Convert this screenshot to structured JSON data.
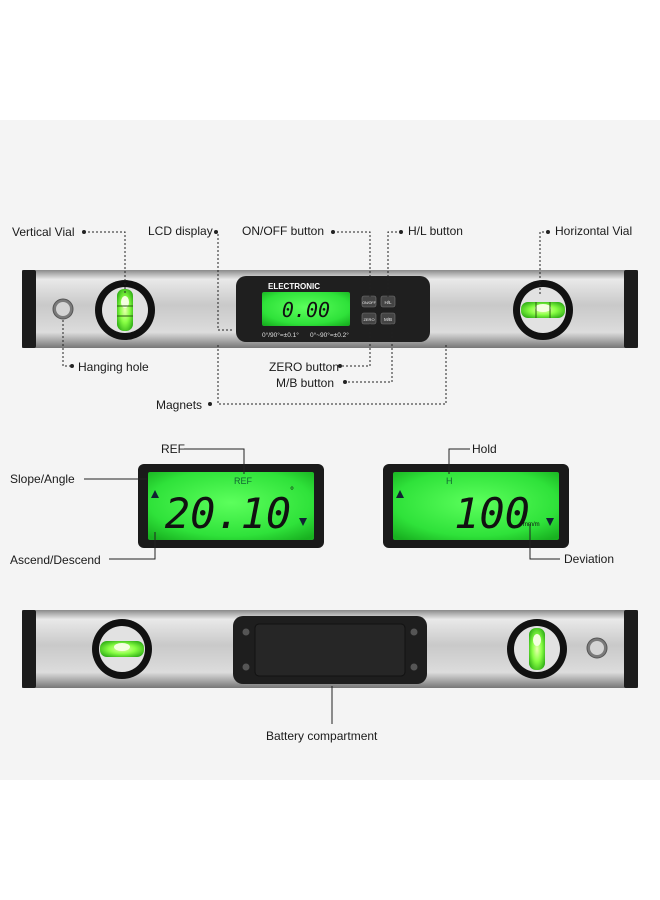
{
  "top_level": {
    "brand_text": "ELECTRONIC",
    "lcd_value": "0.00",
    "range_left": "0°/90°=±0.1°",
    "range_right": "0°~90°=±0.2°",
    "btn_onoff": "ON/OFF",
    "btn_hl": "H/L",
    "btn_zero": "ZERO",
    "btn_mb": "M/B"
  },
  "labels": {
    "vertical_vial": "Vertical Vial",
    "lcd_display": "LCD display",
    "on_off_button": "ON/OFF button",
    "hl_button": "H/L button",
    "horizontal_vial": "Horizontal Vial",
    "hanging_hole": "Hanging hole",
    "zero_button": "ZERO button",
    "mb_button": "M/B button",
    "magnets": "Magnets",
    "ref": "REF",
    "hold": "Hold",
    "slope_angle": "Slope/Angle",
    "ascend_descend": "Ascend/Descend",
    "deviation": "Deviation",
    "battery_compartment": "Battery compartment"
  },
  "display_left": {
    "ref_text": "REF",
    "value": "20.10",
    "unit": "°"
  },
  "display_right": {
    "hold_text": "H",
    "value": "100",
    "unit": "mm/m"
  },
  "colors": {
    "background": "#f4f4f4",
    "lcd_green": "#32f046",
    "aluminium": "#c8c8c8",
    "end_cap": "#1c1c1c",
    "vial_green": "#66ff33"
  }
}
